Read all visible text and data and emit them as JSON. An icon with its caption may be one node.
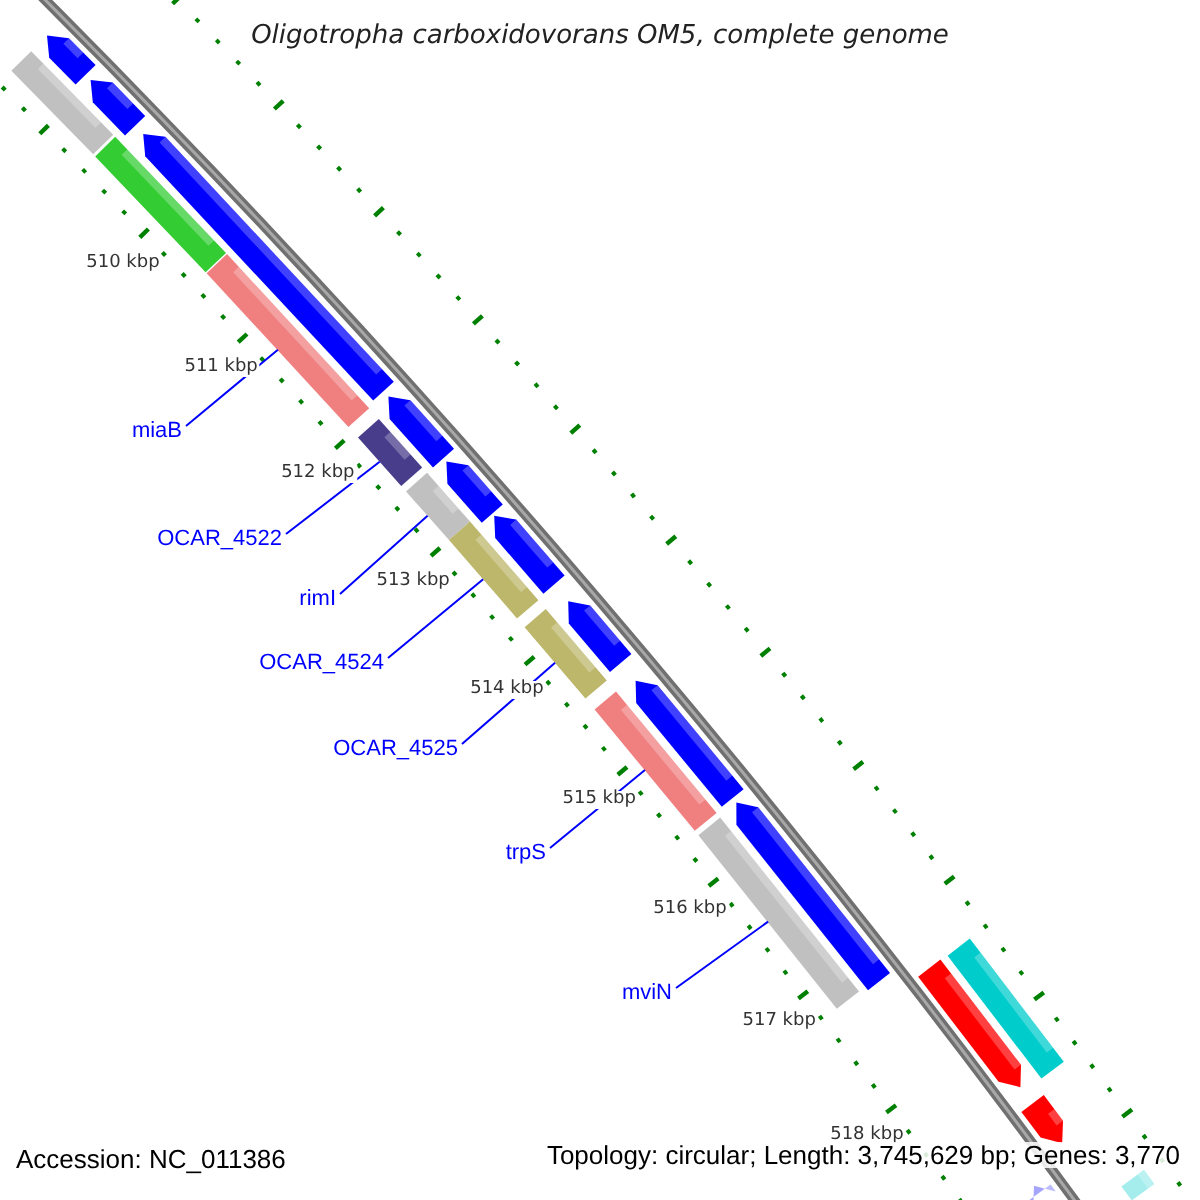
{
  "diagram": {
    "title": "Oligotropha carboxidovorans OM5, complete genome",
    "nodes": [
      {
        "text": [
          "miaB"
        ]
      },
      {
        "text": [
          "OCAR_4522"
        ]
      },
      {
        "text": [
          "rimI"
        ]
      },
      {
        "text": [
          "OCAR_4524"
        ]
      },
      {
        "text": [
          "OCAR_4525"
        ]
      },
      {
        "text": [
          "trpS"
        ]
      },
      {
        "text": [
          "mviN"
        ]
      },
      {
        "text": [],
        "shape": "bar"
      },
      {
        "text": [],
        "shape": "bar"
      },
      {
        "text": [],
        "shape": "bar"
      },
      {
        "text": [],
        "shape": "bar"
      },
      {
        "text": [],
        "shape": "bar"
      },
      {
        "text": [],
        "shape": "bar"
      },
      {
        "text": [],
        "shape": "bar"
      },
      {
        "text": [],
        "shape": "bar"
      },
      {
        "text": [],
        "shape": "bar"
      },
      {
        "text": [],
        "shape": "arrow"
      },
      {
        "text": [],
        "shape": "arrow"
      },
      {
        "text": [],
        "shape": "arrow"
      },
      {
        "text": [],
        "shape": "arrow"
      },
      {
        "text": [],
        "shape": "arrow"
      },
      {
        "text": [],
        "shape": "arrow"
      },
      {
        "text": [],
        "shape": "arrow"
      },
      {
        "text": [],
        "shape": "arrow"
      },
      {
        "text": [],
        "shape": "arrow"
      },
      {
        "text": [],
        "shape": "arrow"
      },
      {
        "text": [],
        "shape": "arrow"
      },
      {
        "text": [],
        "shape": "arrow"
      },
      {
        "text": [],
        "shape": "bar"
      },
      {
        "text": [],
        "shape": "bar"
      }
    ],
    "edges": [
      {
        "from": 0,
        "to": 9,
        "arrow": "none"
      },
      {
        "from": 1,
        "to": 10,
        "arrow": "none"
      },
      {
        "from": 2,
        "to": 11,
        "arrow": "none"
      },
      {
        "from": 3,
        "to": 12,
        "arrow": "none"
      },
      {
        "from": 4,
        "to": 13,
        "arrow": "none"
      },
      {
        "from": 5,
        "to": 14,
        "arrow": "none"
      },
      {
        "from": 6,
        "to": 15,
        "arrow": "none"
      }
    ],
    "labels": [
      "510 kbp",
      "511 kbp",
      "512 kbp",
      "513 kbp",
      "514 kbp",
      "515 kbp",
      "516 kbp",
      "517 kbp",
      "518 kbp",
      "Accession: NC_011386",
      "Topology: circular; Length: 3,745,629 bp; Genes: 3,770"
    ]
  }
}
